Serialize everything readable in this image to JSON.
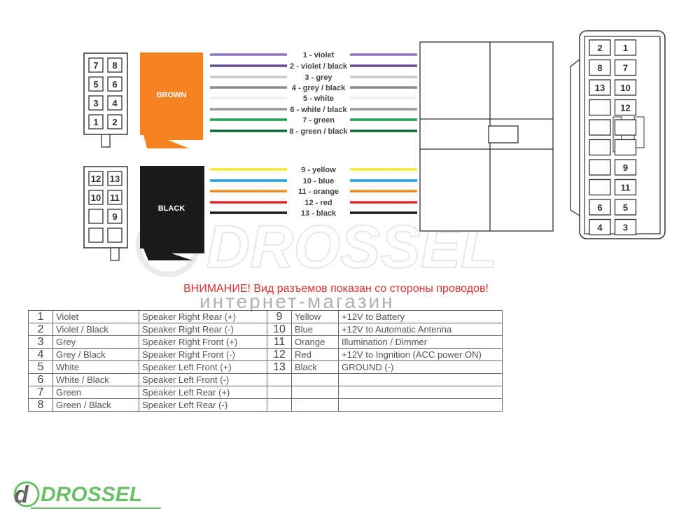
{
  "brown_connector": {
    "label": "BROWN",
    "color": "#f58220",
    "pins": [
      [
        "7",
        "8"
      ],
      [
        "5",
        "6"
      ],
      [
        "3",
        "4"
      ],
      [
        "1",
        "2"
      ]
    ]
  },
  "black_connector": {
    "label": "BLACK",
    "color": "#1a1a1a",
    "pins": [
      [
        "12",
        "13"
      ],
      [
        "10",
        "11"
      ],
      [
        "",
        "9"
      ],
      [
        "",
        ""
      ]
    ]
  },
  "wires": [
    {
      "label": "1 - violet",
      "color": "#8a78c0"
    },
    {
      "label": "2 - violet / black",
      "color": "#5f4f92"
    },
    {
      "label": "3 - grey",
      "color": "#c8c8c8"
    },
    {
      "label": "4 - grey / black",
      "color": "#8c8c8c"
    },
    {
      "label": "5 - white",
      "color": "#eeeeee"
    },
    {
      "label": "6 - white / black",
      "color": "#9a9a9a"
    },
    {
      "label": "7 - green",
      "color": "#1fa04a"
    },
    {
      "label": "8 - green / black",
      "color": "#0e6a35"
    },
    {
      "label": "9 - yellow",
      "color": "#f4e830"
    },
    {
      "label": "10 - blue",
      "color": "#1ea0db"
    },
    {
      "label": "11 - orange",
      "color": "#f08a24"
    },
    {
      "label": "12 - red",
      "color": "#e0262b"
    },
    {
      "label": "13 - black",
      "color": "#1a1a1a"
    }
  ],
  "iso_connector": {
    "pins": [
      [
        "2",
        "1"
      ],
      [
        "8",
        "7"
      ],
      [
        "13",
        "10"
      ],
      [
        "",
        "12"
      ],
      [
        "",
        ""
      ],
      [
        "",
        ""
      ],
      [
        "",
        "9"
      ],
      [
        "",
        "11"
      ],
      [
        "6",
        "5"
      ],
      [
        "4",
        "3"
      ]
    ]
  },
  "warning": "ВНИМАНИЕ! Вид разъемов показан со стороны проводов!",
  "watermark": {
    "brand": "DROSSEL",
    "subtitle": "интернет-магазин"
  },
  "table": {
    "rows": [
      [
        "1",
        "Violet",
        "Speaker Right Rear (+)",
        "9",
        "Yellow",
        "+12V to Battery"
      ],
      [
        "2",
        "Violet / Black",
        "Speaker Right Rear (-)",
        "10",
        "Blue",
        "+12V to Automatic Antenna"
      ],
      [
        "3",
        "Grey",
        "Speaker Right Front (+)",
        "11",
        "Orange",
        "Illumination / Dimmer"
      ],
      [
        "4",
        "Grey / Black",
        "Speaker Right Front (-)",
        "12",
        "Red",
        "+12V to Ingnition (ACC power ON)"
      ],
      [
        "5",
        "White",
        "Speaker Left Front (+)",
        "13",
        "Black",
        "GROUND (-)"
      ],
      [
        "6",
        "White / Black",
        "Speaker Left Front (-)",
        "",
        "",
        ""
      ],
      [
        "7",
        "Green",
        "Speaker Left Rear (+)",
        "",
        "",
        ""
      ],
      [
        "8",
        "Green / Black",
        "Speaker Left Rear (-)",
        "",
        "",
        ""
      ]
    ]
  },
  "logo": {
    "text": "DROSSEL",
    "mark": "d",
    "color": "#6cbf6a"
  }
}
